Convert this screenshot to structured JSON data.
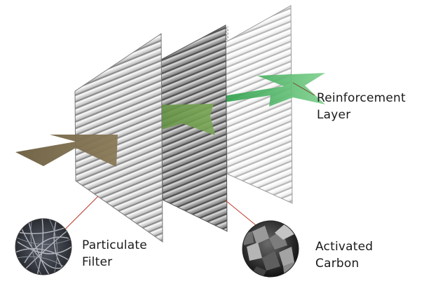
{
  "labels": {
    "reinforcement": {
      "line1": "Reinforcement",
      "line2": "Layer"
    },
    "particulate": {
      "line1": "Particulate",
      "line2": "Filter"
    },
    "carbon": {
      "line1": "Activated",
      "line2": "Carbon"
    }
  },
  "colors": {
    "airflow_dirty": "#6b5c3e",
    "airflow_mid": "#5f8a3c",
    "airflow_clean": "#43b05a",
    "pointer_line": "#c0392b",
    "layer_particulate": "#bdbdbd",
    "layer_carbon": "#8f8f8f",
    "layer_reinforcement": "#e6e6e6"
  }
}
